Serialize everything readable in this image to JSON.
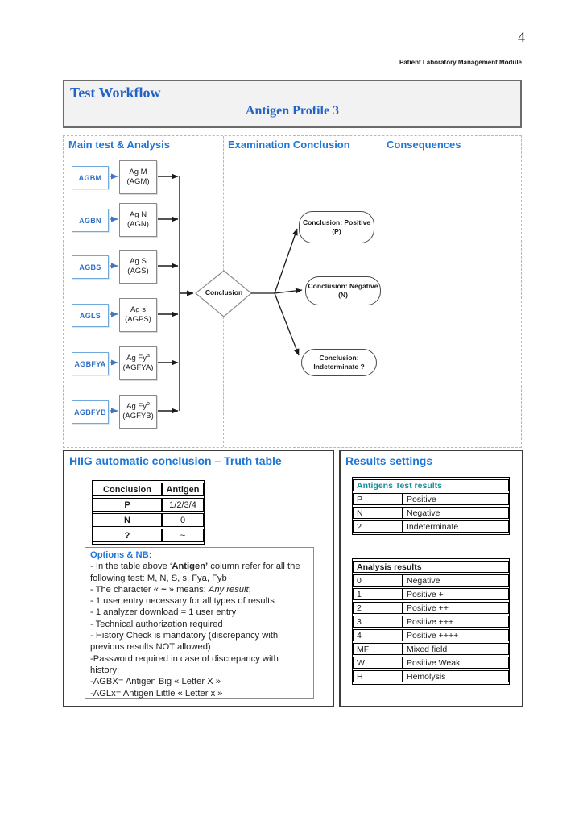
{
  "page": {
    "number": "4",
    "module_header": "Patient Laboratory Management Module"
  },
  "title": {
    "main": "Test Workflow",
    "subtitle": "Antigen Profile 3"
  },
  "colors": {
    "heading_blue": "#1E76D6",
    "title_blue": "#2263C6",
    "test_box_border_blue": "#6FA8DC",
    "test_code_text_blue": "#2E6FC4",
    "antigens_header_teal": "#17909A"
  },
  "flow": {
    "columns": [
      "Main test & Analysis",
      "Examination Conclusion",
      "Consequences"
    ],
    "tests": [
      {
        "code": "AGBM",
        "name": "Ag M",
        "sup": "",
        "alias": "(AGM)"
      },
      {
        "code": "AGBN",
        "name": "Ag N",
        "sup": "",
        "alias": "(AGN)"
      },
      {
        "code": "AGBS",
        "name": "Ag S",
        "sup": "",
        "alias": "(AGS)"
      },
      {
        "code": "AGLS",
        "name": "Ag s",
        "sup": "",
        "alias": "(AGPS)"
      },
      {
        "code": "AGBFYA",
        "name": "Ag Fy",
        "sup": "a",
        "alias": "(AGFYA)"
      },
      {
        "code": "AGBFYB",
        "name": "Ag Fy",
        "sup": "b",
        "alias": "(AGFYB)"
      }
    ],
    "decision": "Conclusion",
    "conclusions": [
      {
        "line1": "Conclusion: Positive",
        "line2": "(P)"
      },
      {
        "line1": "Conclusion: Negative",
        "line2": "(N)"
      },
      {
        "line1": "Conclusion:",
        "line2": "Indeterminate ?"
      }
    ]
  },
  "truth": {
    "heading": "HIIG automatic conclusion – Truth table",
    "table": {
      "headers": [
        "Conclusion",
        "Antigen"
      ],
      "rows": [
        [
          "P",
          "1/2/3/4"
        ],
        [
          "N",
          "0"
        ],
        [
          "?",
          "~"
        ]
      ]
    },
    "options": {
      "title": "Options & NB:",
      "l1_pre": "- In the table above ‘",
      "l1_bold": "Antigen’",
      "l1_post": " column refer for all the following test: M, N, S, s, Fya, Fyb",
      "l2_pre": "- The character « ",
      "l2_bold": "~",
      "l2_mid": " » means: ",
      "l2_italic": "Any result",
      "l2_post": ";",
      "lines": [
        "- 1 user entry necessary for all types of results",
        "- 1 analyzer download = 1 user entry",
        "- Technical authorization required",
        "- History Check is mandatory (discrepancy with previous results NOT allowed)",
        "-Password required in case of discrepancy with history;",
        "-AGBX= Antigen Big « Letter X »",
        "-AGLx= Antigen Little « Letter x »"
      ]
    }
  },
  "results": {
    "heading": "Results settings",
    "antigens": {
      "header": "Antigens Test results",
      "rows": [
        [
          "P",
          "Positive"
        ],
        [
          "N",
          "Negative"
        ],
        [
          "?",
          "Indeterminate"
        ]
      ]
    },
    "analysis": {
      "header": "Analysis results",
      "rows": [
        [
          "0",
          "Negative"
        ],
        [
          "1",
          "Positive +"
        ],
        [
          "2",
          "Positive ++"
        ],
        [
          "3",
          "Positive +++"
        ],
        [
          "4",
          "Positive ++++"
        ],
        [
          "MF",
          "Mixed field"
        ],
        [
          "W",
          "Positive Weak"
        ],
        [
          "H",
          "Hemolysis"
        ]
      ]
    }
  }
}
